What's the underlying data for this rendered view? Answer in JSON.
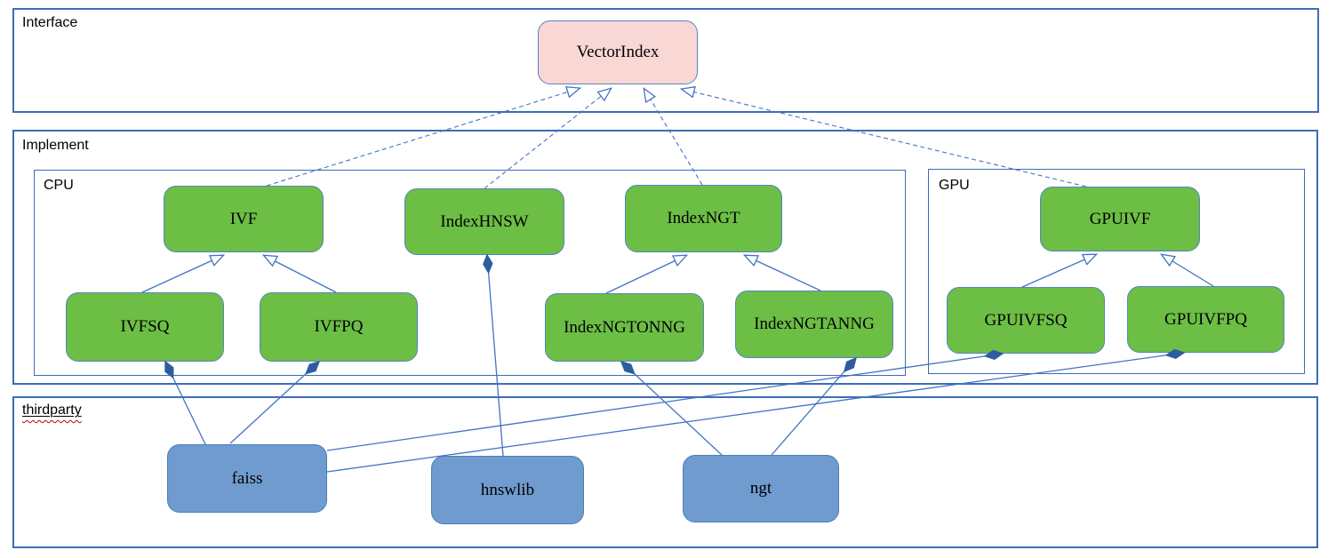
{
  "diagram": {
    "sections": {
      "interface": {
        "label": "Interface"
      },
      "implement": {
        "label": "Implement"
      },
      "cpu": {
        "label": "CPU"
      },
      "gpu": {
        "label": "GPU"
      },
      "thirdparty": {
        "label": "thirdparty"
      }
    },
    "nodes": {
      "vectorindex": {
        "label": "VectorIndex",
        "kind": "interface",
        "section": "interface"
      },
      "ivf": {
        "label": "IVF",
        "kind": "class",
        "section": "cpu"
      },
      "indexhnsw": {
        "label": "IndexHNSW",
        "kind": "class",
        "section": "cpu"
      },
      "indexngt": {
        "label": "IndexNGT",
        "kind": "class",
        "section": "cpu"
      },
      "ivfsq": {
        "label": "IVFSQ",
        "kind": "class",
        "section": "cpu"
      },
      "ivfpq": {
        "label": "IVFPQ",
        "kind": "class",
        "section": "cpu"
      },
      "indexngtonng": {
        "label": "IndexNGTONNG",
        "kind": "class",
        "section": "cpu"
      },
      "indexngtanng": {
        "label": "IndexNGTANNG",
        "kind": "class",
        "section": "cpu"
      },
      "gpuivf": {
        "label": "GPUIVF",
        "kind": "class",
        "section": "gpu"
      },
      "gpuivfsq": {
        "label": "GPUIVFSQ",
        "kind": "class",
        "section": "gpu"
      },
      "gpuivfpq": {
        "label": "GPUIVFPQ",
        "kind": "class",
        "section": "gpu"
      },
      "faiss": {
        "label": "faiss",
        "kind": "library",
        "section": "thirdparty"
      },
      "hnswlib": {
        "label": "hnswlib",
        "kind": "library",
        "section": "thirdparty"
      },
      "ngt": {
        "label": "ngt",
        "kind": "library",
        "section": "thirdparty"
      }
    },
    "edges": [
      {
        "source": "IVF",
        "target": "VectorIndex",
        "relation": "realization"
      },
      {
        "source": "IndexHNSW",
        "target": "VectorIndex",
        "relation": "realization"
      },
      {
        "source": "IndexNGT",
        "target": "VectorIndex",
        "relation": "realization"
      },
      {
        "source": "GPUIVF",
        "target": "VectorIndex",
        "relation": "realization"
      },
      {
        "source": "IVFSQ",
        "target": "IVF",
        "relation": "generalization"
      },
      {
        "source": "IVFPQ",
        "target": "IVF",
        "relation": "generalization"
      },
      {
        "source": "IndexNGTONNG",
        "target": "IndexNGT",
        "relation": "generalization"
      },
      {
        "source": "IndexNGTANNG",
        "target": "IndexNGT",
        "relation": "generalization"
      },
      {
        "source": "GPUIVFSQ",
        "target": "GPUIVF",
        "relation": "generalization"
      },
      {
        "source": "GPUIVFPQ",
        "target": "GPUIVF",
        "relation": "generalization"
      },
      {
        "source": "IVFSQ",
        "target": "faiss",
        "relation": "composition",
        "diamond_at": "IVFSQ"
      },
      {
        "source": "IVFPQ",
        "target": "faiss",
        "relation": "composition",
        "diamond_at": "IVFPQ"
      },
      {
        "source": "GPUIVFSQ",
        "target": "faiss",
        "relation": "composition",
        "diamond_at": "GPUIVFSQ"
      },
      {
        "source": "GPUIVFPQ",
        "target": "faiss",
        "relation": "composition",
        "diamond_at": "GPUIVFPQ"
      },
      {
        "source": "IndexHNSW",
        "target": "hnswlib",
        "relation": "composition",
        "diamond_at": "IndexHNSW"
      },
      {
        "source": "IndexNGTONNG",
        "target": "ngt",
        "relation": "composition",
        "diamond_at": "IndexNGTONNG"
      },
      {
        "source": "IndexNGTANNG",
        "target": "ngt",
        "relation": "composition",
        "diamond_at": "IndexNGTANNG"
      }
    ],
    "colors": {
      "green-fill": "#6CBE45",
      "green-border": "#5585C2",
      "blue-fill": "#6F9BCE",
      "blue-border": "#4A7DBD",
      "pink-fill": "#F8D7D5",
      "pink-border": "#5585C2",
      "line": "#4472C4",
      "diamond": "#2E5D9F",
      "section-border": "#3C6EB5",
      "spell-red": "#C00000"
    }
  }
}
